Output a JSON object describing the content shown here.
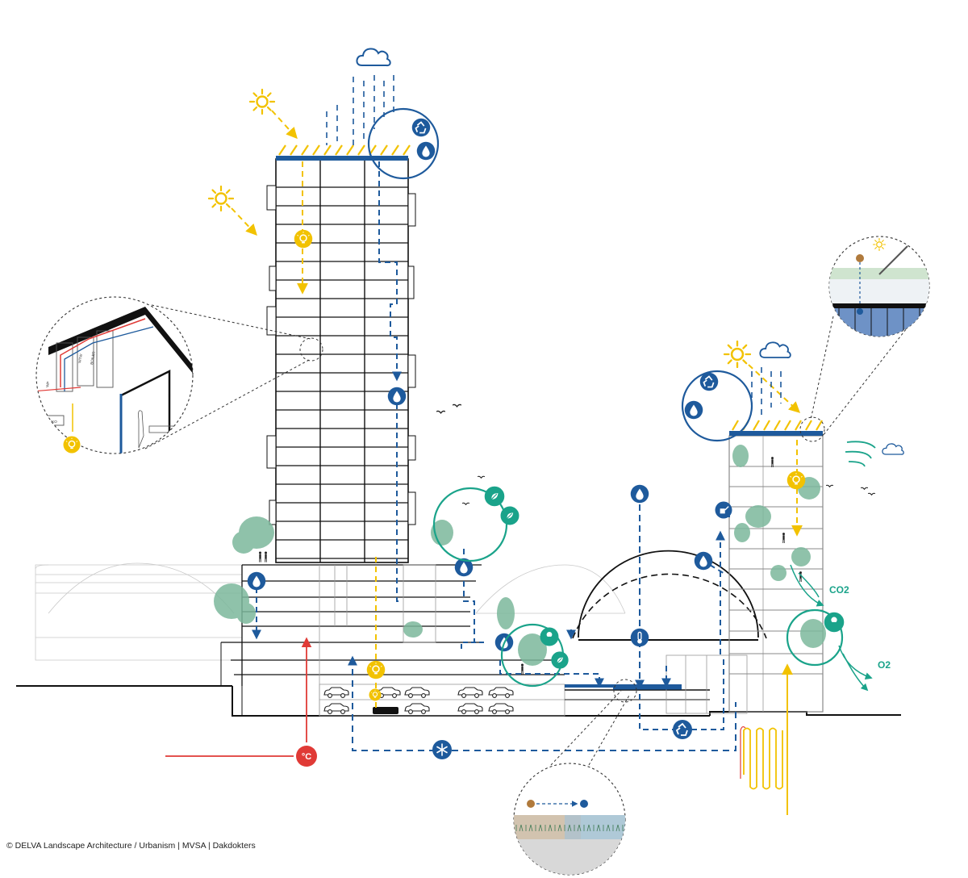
{
  "credit": "© DELVA Landscape Architecture / Urbanism | MVSA | Dakdokters",
  "labels": {
    "co2": "CO2",
    "o2": "O2",
    "celsius": "°C"
  },
  "detail_labels": {
    "boiler": "BOILER",
    "wtw": "WTW",
    "wp": "WP",
    "wko": "WKO"
  },
  "colors": {
    "blue": "#1e5a9c",
    "yellow": "#f2c200",
    "green": "#1aa38a",
    "red": "#e03a36",
    "line": "#111111",
    "foliage": "#7cb89c"
  },
  "icons": [
    "cloud-icon",
    "sun-icon",
    "recycle-icon",
    "water-drop-icon",
    "lightbulb-icon",
    "thermometer-icon",
    "snowflake-icon",
    "wind-icon",
    "bird-icon",
    "tree-icon",
    "leaf-icon",
    "watering-can-icon",
    "person-icon",
    "car-icon"
  ]
}
